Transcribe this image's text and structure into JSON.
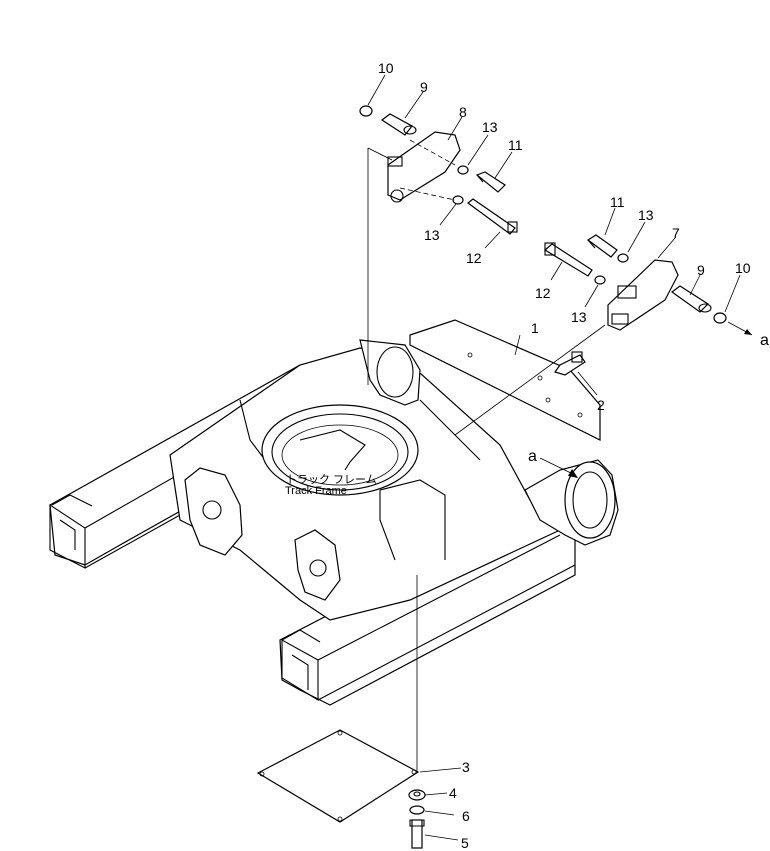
{
  "diagram": {
    "frame_label_jp": "トラック フレーム",
    "frame_label_en": "Track Frame",
    "arrow_label_right": "a",
    "arrow_label_left": "a",
    "callouts": [
      {
        "id": "c1",
        "text": "1"
      },
      {
        "id": "c2",
        "text": "2"
      },
      {
        "id": "c3",
        "text": "3"
      },
      {
        "id": "c4",
        "text": "4"
      },
      {
        "id": "c5",
        "text": "5"
      },
      {
        "id": "c6",
        "text": "6"
      },
      {
        "id": "c7",
        "text": "7"
      },
      {
        "id": "c8",
        "text": "8"
      },
      {
        "id": "c9a",
        "text": "9"
      },
      {
        "id": "c9b",
        "text": "9"
      },
      {
        "id": "c10a",
        "text": "10"
      },
      {
        "id": "c10b",
        "text": "10"
      },
      {
        "id": "c11a",
        "text": "11"
      },
      {
        "id": "c11b",
        "text": "11"
      },
      {
        "id": "c12a",
        "text": "12"
      },
      {
        "id": "c12b",
        "text": "12"
      },
      {
        "id": "c13a",
        "text": "13"
      },
      {
        "id": "c13b",
        "text": "13"
      },
      {
        "id": "c13c",
        "text": "13"
      },
      {
        "id": "c13d",
        "text": "13"
      }
    ]
  }
}
